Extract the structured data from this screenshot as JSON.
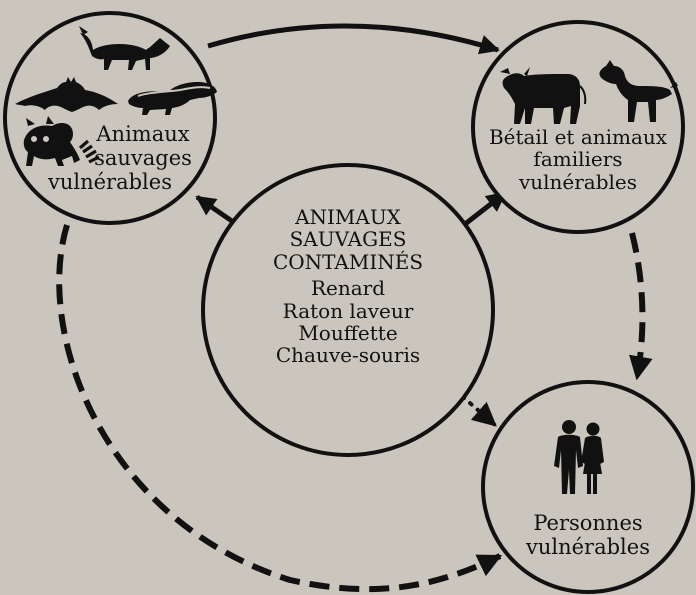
{
  "background": "#cbc6bd",
  "ink": "#111111",
  "nodes": {
    "wild": {
      "lines": [
        "Animaux",
        "sauvages",
        "vulnérables"
      ],
      "icons": [
        "fox-icon",
        "bat-icon",
        "skunk-icon",
        "raccoon-icon"
      ]
    },
    "livestock": {
      "lines": [
        "Bétail et animaux",
        "familiers",
        "vulnérables"
      ],
      "icons": [
        "cow-icon",
        "dog-icon"
      ]
    },
    "center": {
      "title_lines": [
        "ANIMAUX",
        "SAUVAGES",
        "CONTAMINÉS"
      ],
      "species": [
        "Renard",
        "Raton laveur",
        "Mouffette",
        "Chauve-souris"
      ]
    },
    "people": {
      "lines": [
        "Personnes",
        "vulnérables"
      ],
      "icons": [
        "people-icon"
      ]
    }
  },
  "edges": [
    {
      "from": "wild",
      "to": "livestock",
      "style": "solid"
    },
    {
      "from": "center",
      "to": "wild",
      "style": "solid"
    },
    {
      "from": "center",
      "to": "livestock",
      "style": "solid"
    },
    {
      "from": "livestock",
      "to": "people",
      "style": "dashed"
    },
    {
      "from": "wild",
      "to": "people",
      "style": "dashed"
    },
    {
      "from": "center",
      "to": "people",
      "style": "dotted"
    }
  ]
}
